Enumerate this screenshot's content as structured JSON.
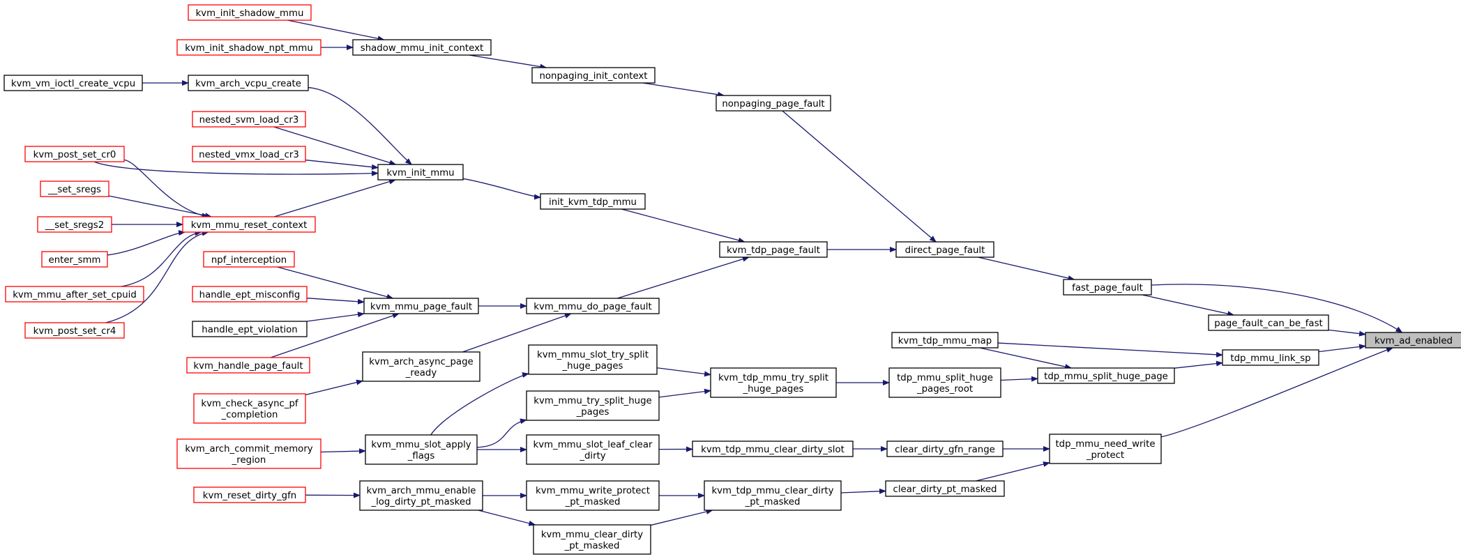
{
  "graph": {
    "target": "kvm_ad_enabled",
    "nodes": [
      {
        "id": "kvm_ad_enabled",
        "label": [
          "kvm_ad_enabled"
        ],
        "style": "target"
      },
      {
        "id": "fast_page_fault",
        "label": [
          "fast_page_fault"
        ],
        "style": "black"
      },
      {
        "id": "page_fault_can_be_fast",
        "label": [
          "page_fault_can_be_fast"
        ],
        "style": "black"
      },
      {
        "id": "tdp_mmu_link_sp",
        "label": [
          "tdp_mmu_link_sp"
        ],
        "style": "black"
      },
      {
        "id": "tdp_mmu_need_write_protect",
        "label": [
          "tdp_mmu_need_write",
          "_protect"
        ],
        "style": "black"
      },
      {
        "id": "direct_page_fault",
        "label": [
          "direct_page_fault"
        ],
        "style": "black"
      },
      {
        "id": "kvm_tdp_mmu_map",
        "label": [
          "kvm_tdp_mmu_map"
        ],
        "style": "black"
      },
      {
        "id": "tdp_mmu_split_huge_page",
        "label": [
          "tdp_mmu_split_huge_page"
        ],
        "style": "black"
      },
      {
        "id": "tdp_mmu_split_huge_pages_root",
        "label": [
          "tdp_mmu_split_huge",
          "_pages_root"
        ],
        "style": "black"
      },
      {
        "id": "clear_dirty_gfn_range",
        "label": [
          "clear_dirty_gfn_range"
        ],
        "style": "black"
      },
      {
        "id": "clear_dirty_pt_masked",
        "label": [
          "clear_dirty_pt_masked"
        ],
        "style": "black"
      },
      {
        "id": "nonpaging_page_fault",
        "label": [
          "nonpaging_page_fault"
        ],
        "style": "black"
      },
      {
        "id": "kvm_tdp_page_fault",
        "label": [
          "kvm_tdp_page_fault"
        ],
        "style": "black"
      },
      {
        "id": "kvm_tdp_mmu_try_split_huge_pages",
        "label": [
          "kvm_tdp_mmu_try_split",
          "_huge_pages"
        ],
        "style": "black"
      },
      {
        "id": "kvm_tdp_mmu_clear_dirty_slot",
        "label": [
          "kvm_tdp_mmu_clear_dirty_slot"
        ],
        "style": "black"
      },
      {
        "id": "kvm_tdp_mmu_clear_dirty_pt_masked",
        "label": [
          "kvm_tdp_mmu_clear_dirty",
          "_pt_masked"
        ],
        "style": "black"
      },
      {
        "id": "nonpaging_init_context",
        "label": [
          "nonpaging_init_context"
        ],
        "style": "black"
      },
      {
        "id": "init_kvm_tdp_mmu",
        "label": [
          "init_kvm_tdp_mmu"
        ],
        "style": "black"
      },
      {
        "id": "kvm_mmu_do_page_fault",
        "label": [
          "kvm_mmu_do_page_fault"
        ],
        "style": "black"
      },
      {
        "id": "kvm_mmu_slot_try_split_huge_pages",
        "label": [
          "kvm_mmu_slot_try_split",
          "_huge_pages"
        ],
        "style": "black"
      },
      {
        "id": "kvm_mmu_try_split_huge_pages",
        "label": [
          "kvm_mmu_try_split_huge",
          "_pages"
        ],
        "style": "black"
      },
      {
        "id": "kvm_mmu_slot_leaf_clear_dirty",
        "label": [
          "kvm_mmu_slot_leaf_clear",
          "_dirty"
        ],
        "style": "black"
      },
      {
        "id": "kvm_mmu_write_protect_pt_masked",
        "label": [
          "kvm_mmu_write_protect",
          "_pt_masked"
        ],
        "style": "black"
      },
      {
        "id": "kvm_mmu_clear_dirty_pt_masked",
        "label": [
          "kvm_mmu_clear_dirty",
          "_pt_masked"
        ],
        "style": "black"
      },
      {
        "id": "shadow_mmu_init_context",
        "label": [
          "shadow_mmu_init_context"
        ],
        "style": "black"
      },
      {
        "id": "kvm_init_mmu",
        "label": [
          "kvm_init_mmu"
        ],
        "style": "black"
      },
      {
        "id": "kvm_mmu_page_fault",
        "label": [
          "kvm_mmu_page_fault"
        ],
        "style": "black"
      },
      {
        "id": "kvm_arch_async_page_ready",
        "label": [
          "kvm_arch_async_page",
          "_ready"
        ],
        "style": "black"
      },
      {
        "id": "kvm_mmu_slot_apply_flags",
        "label": [
          "kvm_mmu_slot_apply",
          "_flags"
        ],
        "style": "black"
      },
      {
        "id": "kvm_arch_mmu_enable_log_dirty_pt_masked",
        "label": [
          "kvm_arch_mmu_enable",
          "_log_dirty_pt_masked"
        ],
        "style": "black"
      },
      {
        "id": "kvm_init_shadow_mmu",
        "label": [
          "kvm_init_shadow_mmu"
        ],
        "style": "red"
      },
      {
        "id": "kvm_init_shadow_npt_mmu",
        "label": [
          "kvm_init_shadow_npt_mmu"
        ],
        "style": "red"
      },
      {
        "id": "kvm_arch_vcpu_create",
        "label": [
          "kvm_arch_vcpu_create"
        ],
        "style": "black"
      },
      {
        "id": "nested_svm_load_cr3",
        "label": [
          "nested_svm_load_cr3"
        ],
        "style": "red"
      },
      {
        "id": "nested_vmx_load_cr3",
        "label": [
          "nested_vmx_load_cr3"
        ],
        "style": "red"
      },
      {
        "id": "kvm_mmu_reset_context",
        "label": [
          "kvm_mmu_reset_context"
        ],
        "style": "red"
      },
      {
        "id": "npf_interception",
        "label": [
          "npf_interception"
        ],
        "style": "red"
      },
      {
        "id": "handle_ept_misconfig",
        "label": [
          "handle_ept_misconfig"
        ],
        "style": "red"
      },
      {
        "id": "handle_ept_violation",
        "label": [
          "handle_ept_violation"
        ],
        "style": "black"
      },
      {
        "id": "kvm_handle_page_fault",
        "label": [
          "kvm_handle_page_fault"
        ],
        "style": "red"
      },
      {
        "id": "kvm_check_async_pf_completion",
        "label": [
          "kvm_check_async_pf",
          "_completion"
        ],
        "style": "red"
      },
      {
        "id": "kvm_arch_commit_memory_region",
        "label": [
          "kvm_arch_commit_memory",
          "_region"
        ],
        "style": "red"
      },
      {
        "id": "kvm_reset_dirty_gfn",
        "label": [
          "kvm_reset_dirty_gfn"
        ],
        "style": "red"
      },
      {
        "id": "kvm_vm_ioctl_create_vcpu",
        "label": [
          "kvm_vm_ioctl_create_vcpu"
        ],
        "style": "black"
      },
      {
        "id": "kvm_post_set_cr0",
        "label": [
          "kvm_post_set_cr0"
        ],
        "style": "red"
      },
      {
        "id": "__set_sregs",
        "label": [
          "__set_sregs"
        ],
        "style": "red"
      },
      {
        "id": "__set_sregs2",
        "label": [
          "__set_sregs2"
        ],
        "style": "red"
      },
      {
        "id": "enter_smm",
        "label": [
          "enter_smm"
        ],
        "style": "red"
      },
      {
        "id": "kvm_mmu_after_set_cpuid",
        "label": [
          "kvm_mmu_after_set_cpuid"
        ],
        "style": "red"
      },
      {
        "id": "kvm_post_set_cr4",
        "label": [
          "kvm_post_set_cr4"
        ],
        "style": "red"
      }
    ],
    "edges": [
      [
        "fast_page_fault",
        "kvm_ad_enabled"
      ],
      [
        "page_fault_can_be_fast",
        "kvm_ad_enabled"
      ],
      [
        "tdp_mmu_link_sp",
        "kvm_ad_enabled"
      ],
      [
        "tdp_mmu_need_write_protect",
        "kvm_ad_enabled"
      ],
      [
        "direct_page_fault",
        "fast_page_fault"
      ],
      [
        "fast_page_fault",
        "page_fault_can_be_fast"
      ],
      [
        "kvm_tdp_mmu_map",
        "tdp_mmu_link_sp"
      ],
      [
        "tdp_mmu_split_huge_page",
        "tdp_mmu_link_sp"
      ],
      [
        "clear_dirty_gfn_range",
        "tdp_mmu_need_write_protect"
      ],
      [
        "clear_dirty_pt_masked",
        "tdp_mmu_need_write_protect"
      ],
      [
        "nonpaging_page_fault",
        "direct_page_fault"
      ],
      [
        "kvm_tdp_page_fault",
        "direct_page_fault"
      ],
      [
        "kvm_tdp_mmu_map",
        "tdp_mmu_split_huge_page"
      ],
      [
        "tdp_mmu_split_huge_pages_root",
        "tdp_mmu_split_huge_page"
      ],
      [
        "kvm_tdp_mmu_try_split_huge_pages",
        "tdp_mmu_split_huge_pages_root"
      ],
      [
        "kvm_tdp_mmu_clear_dirty_slot",
        "clear_dirty_gfn_range"
      ],
      [
        "kvm_tdp_mmu_clear_dirty_pt_masked",
        "clear_dirty_pt_masked"
      ],
      [
        "nonpaging_init_context",
        "nonpaging_page_fault"
      ],
      [
        "init_kvm_tdp_mmu",
        "kvm_tdp_page_fault"
      ],
      [
        "kvm_mmu_do_page_fault",
        "kvm_tdp_page_fault"
      ],
      [
        "kvm_mmu_slot_try_split_huge_pages",
        "kvm_tdp_mmu_try_split_huge_pages"
      ],
      [
        "kvm_mmu_try_split_huge_pages",
        "kvm_tdp_mmu_try_split_huge_pages"
      ],
      [
        "kvm_mmu_slot_leaf_clear_dirty",
        "kvm_tdp_mmu_clear_dirty_slot"
      ],
      [
        "kvm_mmu_write_protect_pt_masked",
        "kvm_tdp_mmu_clear_dirty_pt_masked"
      ],
      [
        "kvm_mmu_clear_dirty_pt_masked",
        "kvm_tdp_mmu_clear_dirty_pt_masked"
      ],
      [
        "shadow_mmu_init_context",
        "nonpaging_init_context"
      ],
      [
        "kvm_init_mmu",
        "init_kvm_tdp_mmu"
      ],
      [
        "kvm_mmu_page_fault",
        "kvm_mmu_do_page_fault"
      ],
      [
        "kvm_arch_async_page_ready",
        "kvm_mmu_do_page_fault"
      ],
      [
        "kvm_mmu_slot_apply_flags",
        "kvm_mmu_slot_try_split_huge_pages"
      ],
      [
        "kvm_mmu_slot_apply_flags",
        "kvm_mmu_try_split_huge_pages"
      ],
      [
        "kvm_mmu_slot_apply_flags",
        "kvm_mmu_slot_leaf_clear_dirty"
      ],
      [
        "kvm_arch_mmu_enable_log_dirty_pt_masked",
        "kvm_mmu_write_protect_pt_masked"
      ],
      [
        "kvm_arch_mmu_enable_log_dirty_pt_masked",
        "kvm_mmu_clear_dirty_pt_masked"
      ],
      [
        "kvm_init_shadow_mmu",
        "shadow_mmu_init_context"
      ],
      [
        "kvm_init_shadow_npt_mmu",
        "shadow_mmu_init_context"
      ],
      [
        "kvm_arch_vcpu_create",
        "kvm_init_mmu"
      ],
      [
        "nested_svm_load_cr3",
        "kvm_init_mmu"
      ],
      [
        "nested_vmx_load_cr3",
        "kvm_init_mmu"
      ],
      [
        "kvm_post_set_cr0",
        "kvm_init_mmu"
      ],
      [
        "kvm_mmu_reset_context",
        "kvm_init_mmu"
      ],
      [
        "npf_interception",
        "kvm_mmu_page_fault"
      ],
      [
        "handle_ept_misconfig",
        "kvm_mmu_page_fault"
      ],
      [
        "handle_ept_violation",
        "kvm_mmu_page_fault"
      ],
      [
        "kvm_handle_page_fault",
        "kvm_mmu_page_fault"
      ],
      [
        "kvm_check_async_pf_completion",
        "kvm_arch_async_page_ready"
      ],
      [
        "kvm_arch_commit_memory_region",
        "kvm_mmu_slot_apply_flags"
      ],
      [
        "kvm_reset_dirty_gfn",
        "kvm_arch_mmu_enable_log_dirty_pt_masked"
      ],
      [
        "kvm_vm_ioctl_create_vcpu",
        "kvm_arch_vcpu_create"
      ],
      [
        "kvm_post_set_cr0",
        "kvm_mmu_reset_context"
      ],
      [
        "__set_sregs",
        "kvm_mmu_reset_context"
      ],
      [
        "__set_sregs2",
        "kvm_mmu_reset_context"
      ],
      [
        "enter_smm",
        "kvm_mmu_reset_context"
      ],
      [
        "kvm_mmu_after_set_cpuid",
        "kvm_mmu_reset_context"
      ],
      [
        "kvm_post_set_cr4",
        "kvm_mmu_reset_context"
      ]
    ]
  },
  "colors": {
    "edge": "#191970",
    "red_border": "#ff0000",
    "black_border": "#000000",
    "target_fill": "#bfbfbf",
    "background": "#ffffff"
  }
}
